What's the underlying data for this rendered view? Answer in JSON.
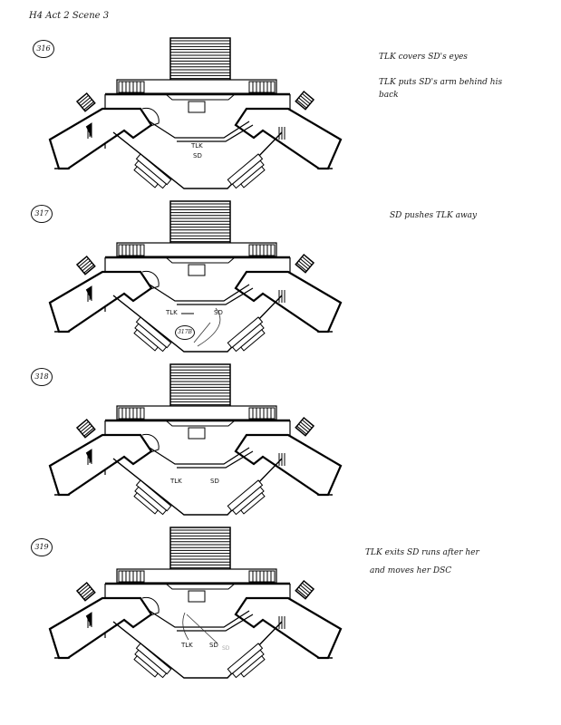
{
  "header": {
    "title": "H4 Act 2 Scene 3"
  },
  "cues": [
    {
      "number": "316",
      "notes": [
        "TLK covers SD's eyes",
        "TLK puts SD's arm behind his",
        "back"
      ],
      "labels": {
        "tlk": "TLK",
        "sd": "SD"
      }
    },
    {
      "number": "317",
      "notes": [
        "SD pushes TLK away"
      ],
      "labels": {
        "tlk": "TLK",
        "sd": "SD"
      },
      "sub_cue": "317B"
    },
    {
      "number": "318",
      "notes": [],
      "labels": {
        "tlk": "TLK",
        "sd": "SD"
      }
    },
    {
      "number": "319",
      "notes": [
        "TLK exits SD runs after her",
        "and moves her DSC"
      ],
      "labels": {
        "tlk": "TLK",
        "sd": "SD",
        "sd_ghost": "SD"
      }
    }
  ]
}
